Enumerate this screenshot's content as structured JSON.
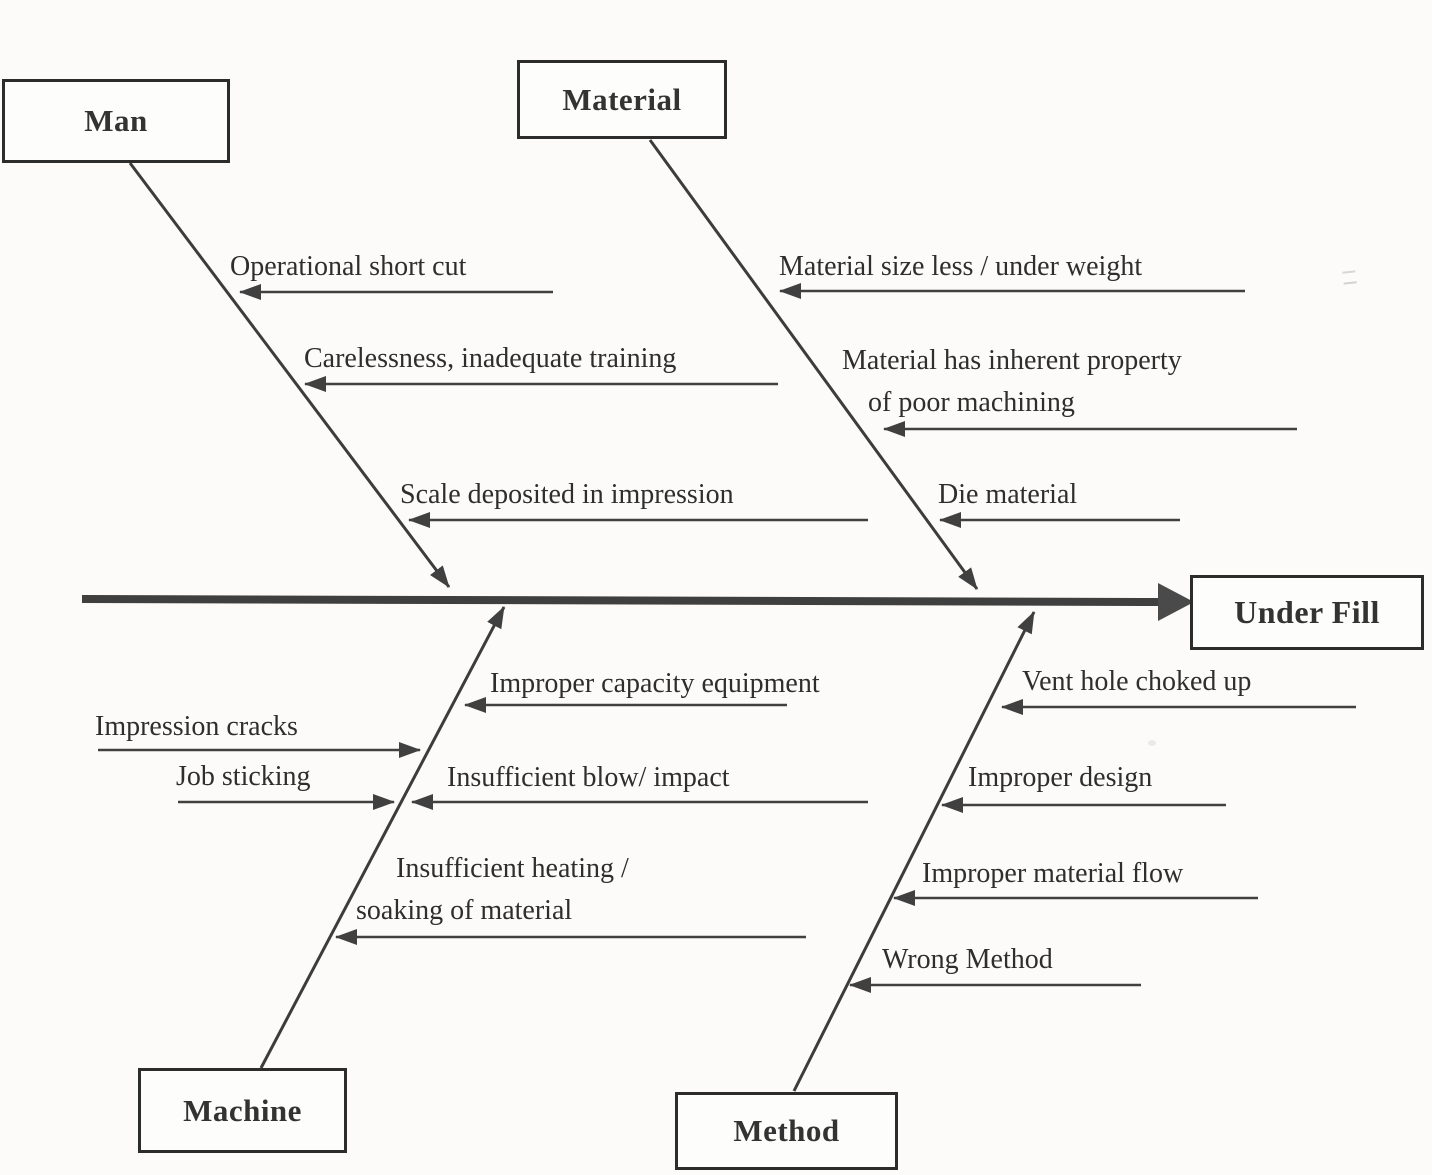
{
  "diagram": {
    "type": "fishbone-cause-effect",
    "effect": {
      "label": "Under Fill"
    },
    "colors": {
      "ink": "#2e2e2e",
      "line": "#404040",
      "background": "#fcfbf9",
      "box_fill": "#fdfdfc"
    },
    "categories": [
      {
        "id": "man",
        "label": "Man",
        "position": "top-left",
        "causes": [
          "Operational short cut",
          "Carelessness, inadequate training",
          "Scale deposited in impression"
        ]
      },
      {
        "id": "material",
        "label": "Material",
        "position": "top-right",
        "causes": [
          "Material size less / under weight",
          "Material has inherent property\nof poor machining",
          "Die material"
        ]
      },
      {
        "id": "machine",
        "label": "Machine",
        "position": "bottom-left",
        "causes": [
          "Impression cracks",
          "Job sticking",
          "Improper capacity equipment",
          "Insufficient blow/ impact",
          "Insufficient heating /\nsoaking of material"
        ]
      },
      {
        "id": "method",
        "label": "Method",
        "position": "bottom-right",
        "causes": [
          "Vent hole choked up",
          "Improper design",
          "Improper material flow",
          "Wrong Method"
        ]
      }
    ]
  }
}
